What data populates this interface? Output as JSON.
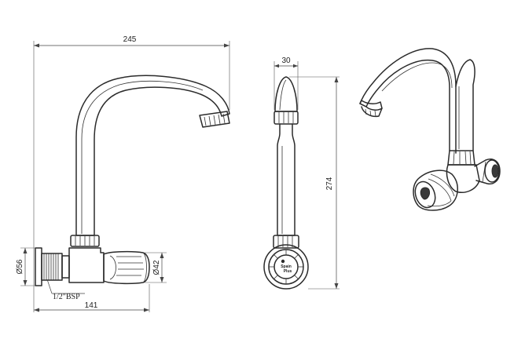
{
  "dimensions": {
    "overall_width": "245",
    "base_width": "141",
    "flange_diameter": "Ø56",
    "handle_diameter": "Ø42",
    "thread": "1/2\"BSP",
    "side_depth": "30",
    "overall_height": "274"
  },
  "badge": {
    "line1": "Spain",
    "line2": "Plus"
  },
  "colors": {
    "line": "#2b2b2b",
    "dimension": "#444444"
  }
}
